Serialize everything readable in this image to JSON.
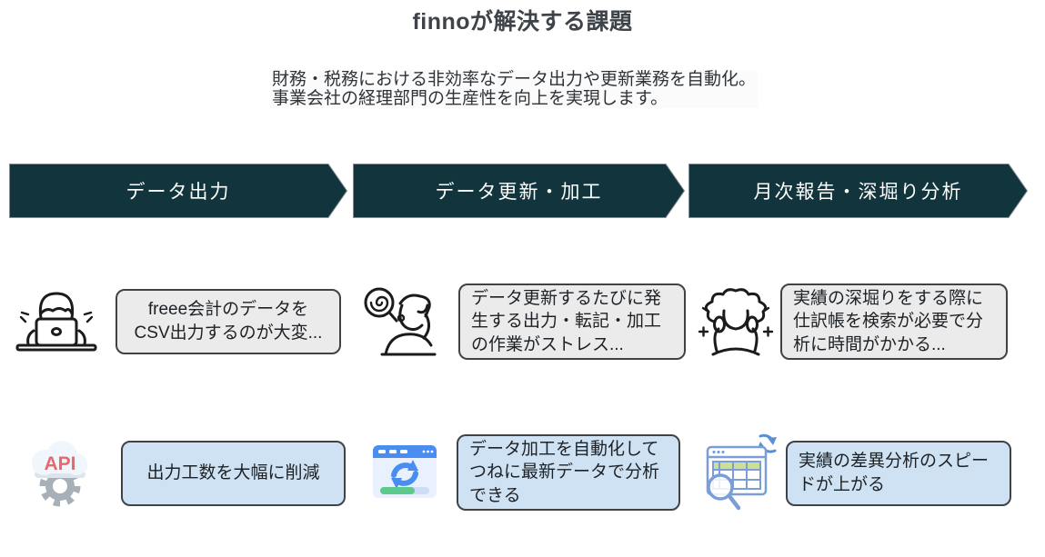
{
  "page": {
    "title": "finnoが解決する課題"
  },
  "subtitle": {
    "line1": "財務・税務における非効率なデータ出力や更新業務を自動化。",
    "line2": "事業会社の経理部門の生産性を向上を実現します。"
  },
  "flow_steps": [
    {
      "label": "データ出力"
    },
    {
      "label": "データ更新・加工"
    },
    {
      "label": "月次報告・深堀り分析"
    }
  ],
  "problems": [
    {
      "icon": "person-typing-laptop-icon",
      "text": "freee会計のデータを CSV出力するのが大変..."
    },
    {
      "icon": "stressed-person-spiral-icon",
      "text": "データ更新するたびに発生する出力・転記・加工の作業がストレス..."
    },
    {
      "icon": "person-holding-head-icon",
      "text": "実績の深堀りをする際に仕訳帳を検索が必要で分析に時間がかかる..."
    }
  ],
  "solutions": [
    {
      "icon": "api-cloud-gear-icon",
      "icon_label": "API",
      "text": "出力工数を大幅に削減"
    },
    {
      "icon": "browser-sync-icon",
      "text": "データ加工を自動化してつねに最新データで分析できる"
    },
    {
      "icon": "table-search-refresh-icon",
      "text": "実績の差異分析のスピードが上がる"
    }
  ],
  "colors": {
    "arrow_fill": "#12343c",
    "problem_bubble_fill": "#ebebeb",
    "solution_bubble_fill": "#cfe2f3",
    "bubble_border": "#3e4347",
    "accent_blue": "#4a8df0",
    "accent_green": "#5ec98e",
    "api_red": "#e5696d"
  }
}
